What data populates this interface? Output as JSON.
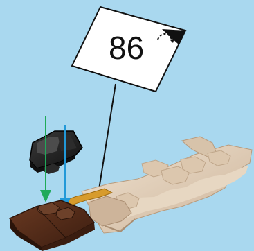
{
  "step": {
    "number": "86"
  },
  "colors": {
    "background": "#a9d8ef",
    "callout_fill": "#ffffff",
    "callout_border": "#111111",
    "dark_brown": "#4a2614",
    "tan": "#d8c3a5",
    "tan_shadow": "#bfa68a",
    "black_part": "#1b1b1b",
    "green_arrow": "#1faa59",
    "blue_arrow": "#2299d8",
    "gold_part": "#d79b2c"
  },
  "icons": {
    "rotation": "rotate-icon",
    "callout": "callout-box",
    "arrow_green": "down-arrow-green",
    "arrow_blue": "down-arrow-blue"
  }
}
